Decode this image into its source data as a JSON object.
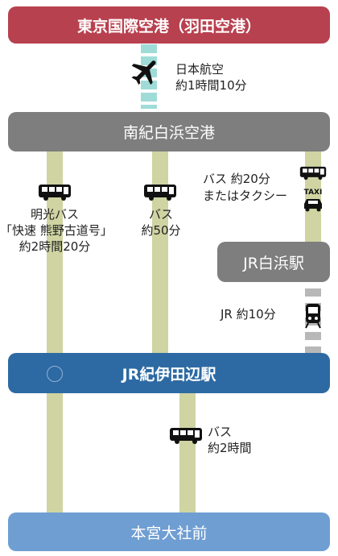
{
  "stations": {
    "haneda": "東京国際空港（羽田空港）",
    "nanki_shirahama_airport": "南紀白浜空港",
    "jr_shirahama": "JR白浜駅",
    "jr_kii_tanabe": "JR紀伊田辺駅",
    "hongu_taisha": "本宮大社前"
  },
  "legs": {
    "flight": [
      "日本航空",
      "約1時間10分"
    ],
    "meiko_bus": [
      "明光バス",
      "「快速 熊野古道号」",
      "約2時間20分"
    ],
    "bus_airport": [
      "バス",
      "約50分"
    ],
    "bus_or_taxi": [
      "バス 約20分",
      "またはタクシー"
    ],
    "jr": "JR 約10分",
    "bus_hongu": [
      "バス",
      "約2時間"
    ]
  },
  "icons": {
    "taxi_sign": "TAXI",
    "items": [
      "airplane-icon",
      "bus-icon",
      "taxi-icon",
      "train-icon"
    ]
  },
  "colors": {
    "haneda_box": "#b8414f",
    "airport_box": "#7e7e7e",
    "shirahama_box": "#7e7e7e",
    "kii_tanabe_box": "#2d6aa3",
    "hongu_box": "#6f9ed2",
    "route": "#cfd4a2",
    "flight_dash": "#9fdcd8"
  }
}
